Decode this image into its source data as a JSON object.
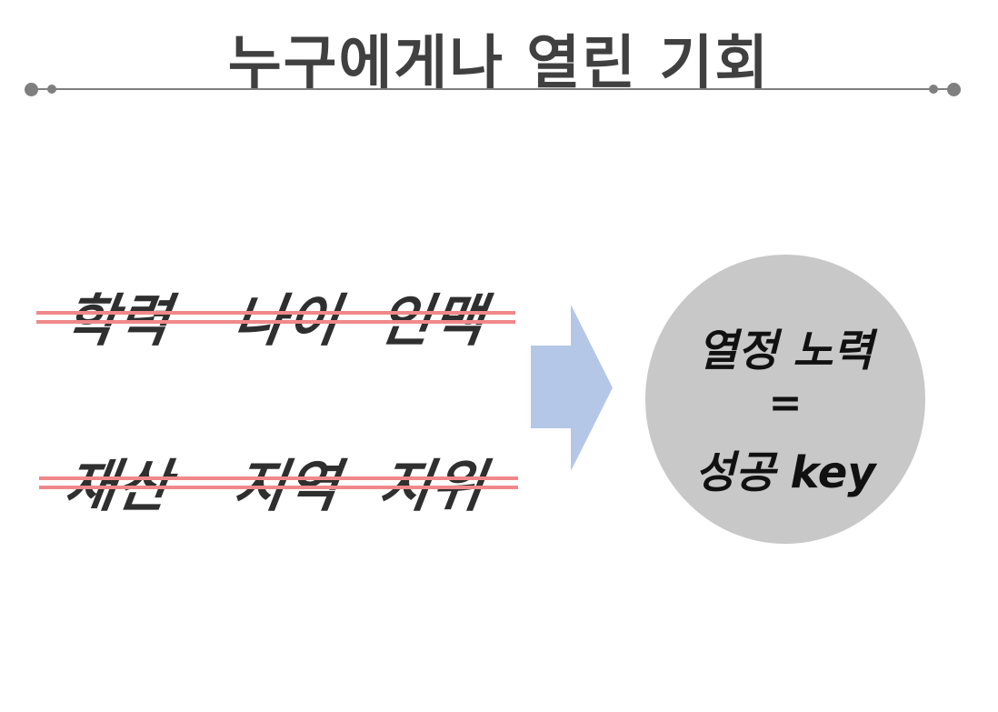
{
  "title": "누구에게나 열린 기회",
  "crossed_out_row1": [
    "학력",
    "나이",
    "인맥"
  ],
  "crossed_out_row2": [
    "재산",
    "지역",
    "지위"
  ],
  "result": {
    "line1": "열정 노력",
    "line2": "=",
    "line3": "성공 key"
  },
  "colors": {
    "title": "#404040",
    "rule": "#7f7f7f",
    "strike": "#f0888a",
    "arrow": "#b4c7e7",
    "circle": "#c8c8c8"
  }
}
